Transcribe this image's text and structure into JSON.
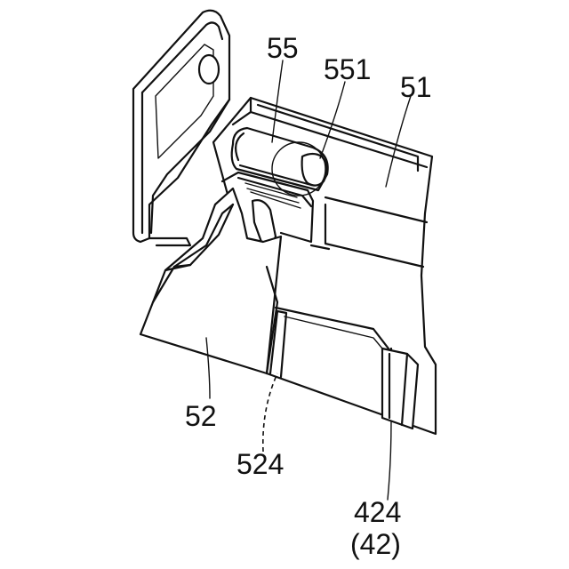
{
  "labels": {
    "l55": "55",
    "l551": "551",
    "l51": "51",
    "l52": "52",
    "l524": "524",
    "l424": "424",
    "l42": "(42)"
  }
}
